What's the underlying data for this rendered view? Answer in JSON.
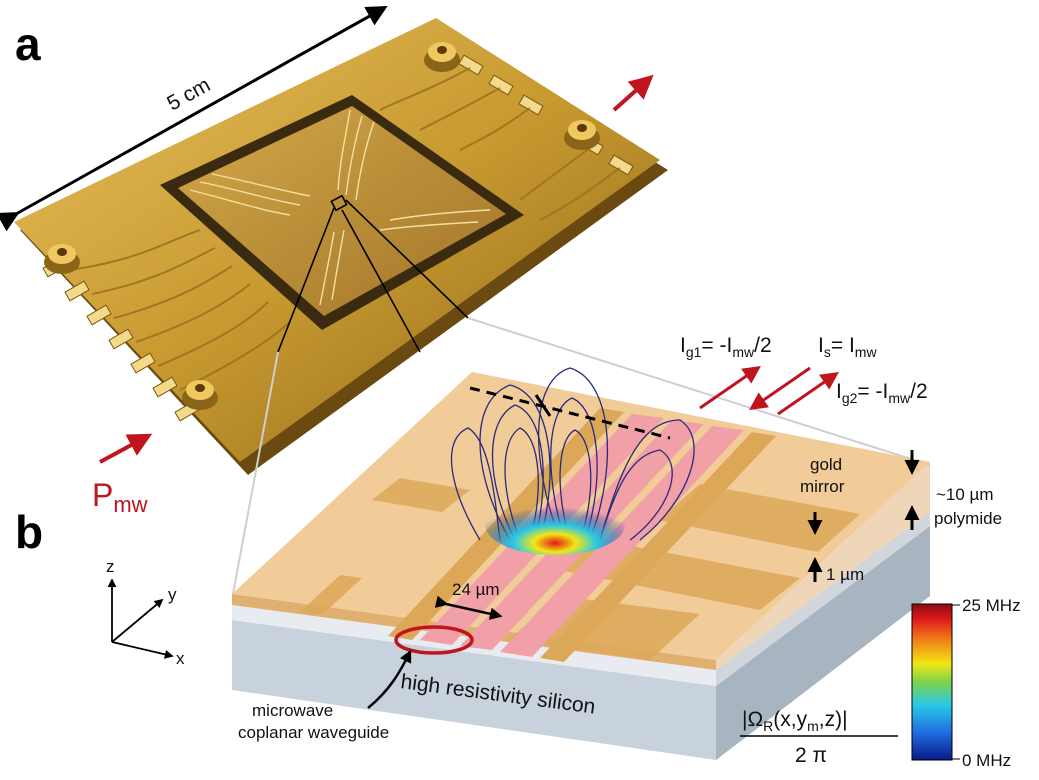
{
  "panels": {
    "a": "a",
    "b": "b"
  },
  "labels": {
    "size": "5 cm",
    "pmw_main": "P",
    "pmw_sub": "mw",
    "ig1_main": "I",
    "ig1_sub1": "g1",
    "ig1_eq": "= -I",
    "ig1_sub2": "mw",
    "ig1_tail": "/2",
    "is_main": "I",
    "is_sub1": "s",
    "is_eq": "= I",
    "is_sub2": "mw",
    "ig2_main": "I",
    "ig2_sub1": "g2",
    "ig2_eq": "= -I",
    "ig2_sub2": "mw",
    "ig2_tail": "/2",
    "gold_mirror_line1": "gold",
    "gold_mirror_line2": "mirror",
    "polymide_line1": "~10 µm",
    "polymide_line2": "polymide",
    "one_um": "1 µm",
    "width": "24 µm",
    "cpw_line1": "microwave",
    "cpw_line2": "coplanar waveguide",
    "substrate": "high resistivity silicon",
    "axis_z": "z",
    "axis_y": "y",
    "axis_x": "x",
    "formula_num_a": "|Ω",
    "formula_num_b": "R",
    "formula_num_c": "(x,y",
    "formula_num_d": "m",
    "formula_num_e": ",z)|",
    "formula_den": "2 π",
    "colorbar_max": "25 MHz",
    "colorbar_min": "0 MHz"
  },
  "colors": {
    "arrow_red": "#c0141e",
    "gold": "#d8b070",
    "trace_pink": "#f2a0a8",
    "silicon": "#c8d2dc"
  },
  "colorbar": {
    "min_mhz": 0,
    "max_mhz": 25
  }
}
